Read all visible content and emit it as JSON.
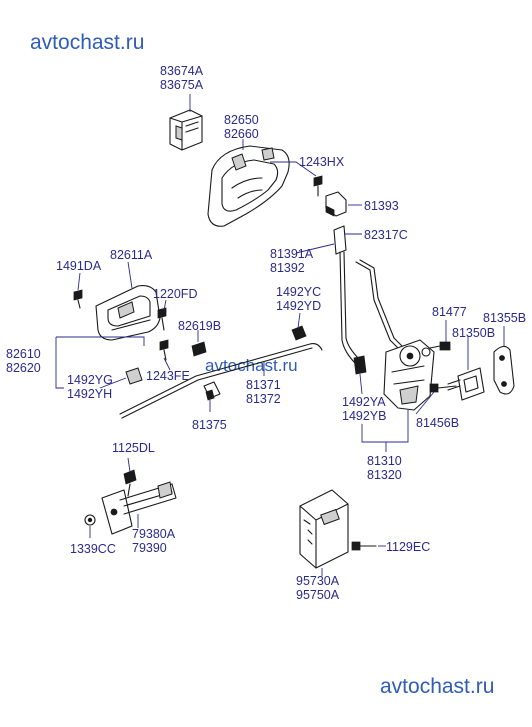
{
  "watermark": {
    "text": "avtochast.ru",
    "color": "#2e5cb8"
  },
  "label_color": "#2a2a8c",
  "labels": {
    "l83674": [
      "83674A",
      "83675A"
    ],
    "l82650": [
      "82650",
      "82660"
    ],
    "l1243hx": [
      "1243HX"
    ],
    "l81393": [
      "81393"
    ],
    "l82317": [
      "82317C"
    ],
    "l81391": [
      "81391A",
      "81392"
    ],
    "l82611": [
      "82611A"
    ],
    "l1491": [
      "1491DA"
    ],
    "l1220": [
      "1220FD"
    ],
    "l1492yc": [
      "1492YC",
      "1492YD"
    ],
    "l82619": [
      "82619B"
    ],
    "l81477": [
      "81477"
    ],
    "l81355": [
      "81355B"
    ],
    "l81350": [
      "81350B"
    ],
    "l82610": [
      "82610",
      "82620"
    ],
    "l1492yg": [
      "1492YG",
      "1492YH"
    ],
    "l1243fe": [
      "1243FE"
    ],
    "l81371": [
      "81371",
      "81372"
    ],
    "l1492ya": [
      "1492YA",
      "1492YB"
    ],
    "l81456": [
      "81456B"
    ],
    "l81375": [
      "81375"
    ],
    "l81310": [
      "81310",
      "81320"
    ],
    "l1125": [
      "1125DL"
    ],
    "l79380": [
      "79380A",
      "79390"
    ],
    "l1339": [
      "1339CC"
    ],
    "l1129": [
      "1129EC"
    ],
    "l95730": [
      "95730A",
      "95750A"
    ]
  }
}
